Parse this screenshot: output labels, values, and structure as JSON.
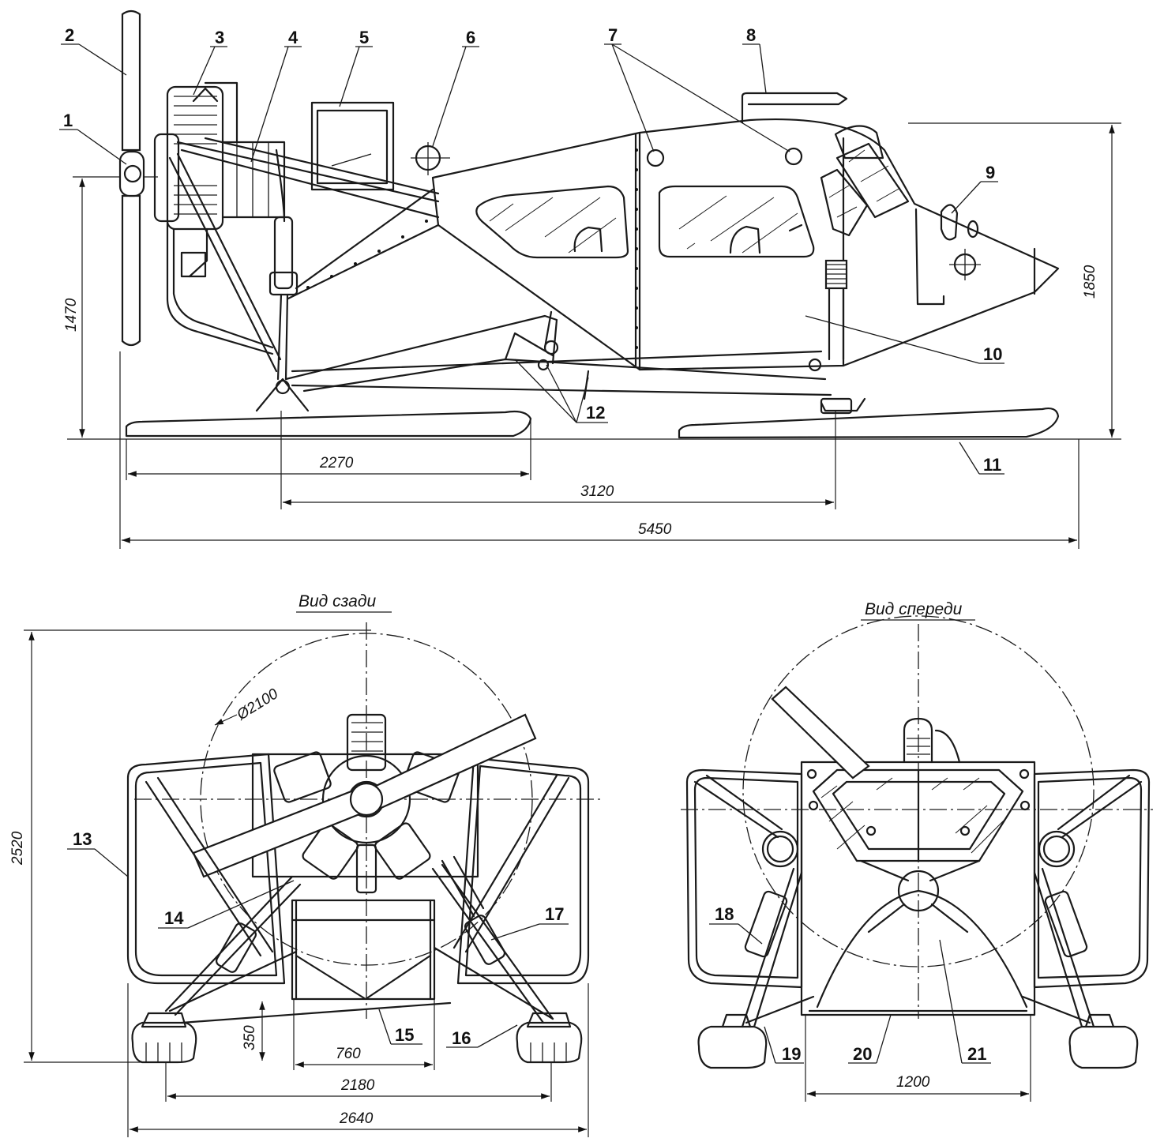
{
  "callouts": [
    "1",
    "2",
    "3",
    "4",
    "5",
    "6",
    "7",
    "8",
    "9",
    "10",
    "11",
    "12",
    "13",
    "14",
    "15",
    "16",
    "17",
    "18",
    "19",
    "20",
    "21"
  ],
  "side_view": {
    "dimensions": {
      "front_ski_length": "2270",
      "wheelbase": "3120",
      "overall_length": "5450",
      "prop_axis_height": "1470",
      "overall_height": "1850"
    }
  },
  "rear_view": {
    "title": "Вид сзади",
    "dimensions": {
      "propeller_diameter": "Ø2100",
      "overall_height": "2520",
      "ground_clearance": "350",
      "frame_width": "760",
      "track": "2180",
      "overall_width": "2640"
    }
  },
  "front_view": {
    "title": "Вид спереди",
    "dimensions": {
      "cabin_width": "1200"
    }
  }
}
